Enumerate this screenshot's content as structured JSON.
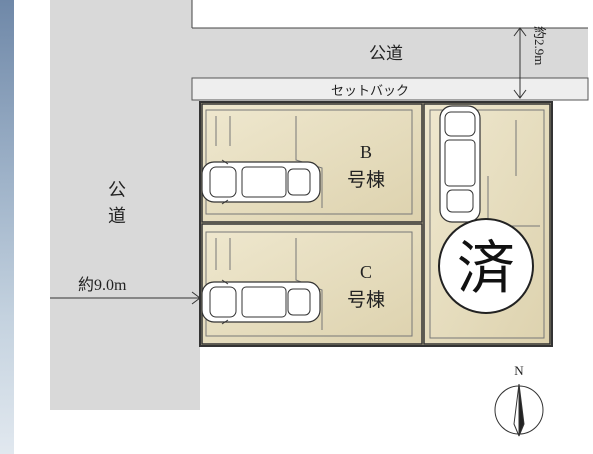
{
  "road_top": {
    "label": "公道"
  },
  "road_left": {
    "label_top": "公",
    "label_bottom": "道"
  },
  "setback": {
    "label": "セットバック"
  },
  "width_dim": {
    "label": "約2.9m"
  },
  "road_left_width": {
    "label": "約9.0m"
  },
  "lot_b": {
    "letter": "B",
    "suffix": "号棟"
  },
  "lot_c": {
    "letter": "C",
    "suffix": "号棟"
  },
  "sold_stamp": {
    "label": "済"
  },
  "compass": {
    "label": "N"
  },
  "colors": {
    "road": "#d9d9d9",
    "lot_fill": "#e9e0c2",
    "lot_fill_dark": "#ddd2ae",
    "outline": "#333333"
  }
}
